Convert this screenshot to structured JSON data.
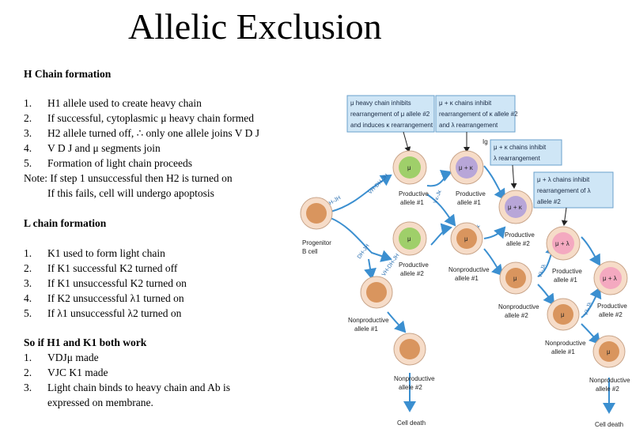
{
  "title": "Allelic Exclusion",
  "h_chain": {
    "heading": "H Chain formation",
    "steps": [
      {
        "n": "1.",
        "text": "H1 allele used to create heavy chain"
      },
      {
        "n": "2.",
        "text": "If successful, cytoplasmic μ heavy chain formed"
      },
      {
        "n": "3.",
        "text": "H2 allele turned off, ∴ only one allele joins V D J"
      },
      {
        "n": "4.",
        "text": "V D J and μ segments join"
      },
      {
        "n": "5.",
        "text": "Formation of light chain proceeds"
      }
    ],
    "note_line1": "Note: If step 1 unsuccessful then H2 is turned on",
    "note_line2": "If this fails, cell will undergo apoptosis"
  },
  "l_chain": {
    "heading": "L chain formation",
    "steps": [
      {
        "n": "1.",
        "text": "K1 used to form light chain"
      },
      {
        "n": "2.",
        "text": "If K1 successful K2 turned off"
      },
      {
        "n": "3.",
        "text": "If K1 unsuccessful K2 turned on"
      },
      {
        "n": "4.",
        "text": "If K2 unsuccessful λ1 turned on"
      },
      {
        "n": "5.",
        "text": "If λ1 unsuccessful λ2 turned on"
      }
    ]
  },
  "both_work": {
    "heading": "So if H1 and K1 both work",
    "steps": [
      {
        "n": "1.",
        "text": "VDJμ made"
      },
      {
        "n": "2.",
        "text": "VJC K1 made"
      },
      {
        "n": "3.",
        "text": "Light chain binds to heavy chain and Ab is",
        "text2": "expressed on membrane."
      }
    ]
  },
  "diagram": {
    "boxes": {
      "b1": [
        "μ heavy chain inhibits",
        "rearrangement of μ allele #2",
        "and induces κ rearrangement"
      ],
      "b2": [
        "μ + κ chains inhibit",
        "rearrangement of κ allele #2",
        "and λ rearrangement"
      ],
      "b3": [
        "μ + κ chains inhibit",
        "λ rearrangement"
      ],
      "b4": [
        "μ + λ chains inhibit",
        "rearrangement of λ",
        "allele #2"
      ]
    },
    "cells": {
      "progenitor": [
        "Progenitor",
        "B cell"
      ],
      "prod1": [
        "Productive",
        "allele #1"
      ],
      "prod2": [
        "Productive",
        "allele #2"
      ],
      "nonprod1": [
        "Nonproductive",
        "allele #1"
      ],
      "nonprod2": [
        "Nonproductive",
        "allele #2"
      ],
      "k_prod1": [
        "Productive",
        "allele #1"
      ],
      "k_nonprod1": [
        "Nonproductive",
        "allele #1"
      ],
      "k_prod2": [
        "Productive",
        "allele #2"
      ],
      "k_nonprod2": [
        "Nonproductive",
        "allele #2"
      ],
      "l_prod1": [
        "Productive",
        "allele #1"
      ],
      "l_nonprod1": [
        "Nonproductive",
        "allele #1"
      ],
      "l_prod2": [
        "Productive",
        "allele #2"
      ],
      "l_nonprod2": [
        "Nonproductive",
        "allele #2"
      ]
    },
    "cell_death_1": "Cell death",
    "cell_death_2": "Cell death",
    "mu": "μ",
    "mu_kappa": "μ + κ",
    "mu_lambda": "μ + λ",
    "ig": "Ig",
    "gene_labels": {
      "dh_jh": "DH-JH",
      "vh_dh_jh": "VH-DH-JH",
      "vk_jk": "Vκ-Jκ",
      "vl_jl": "Vλ-Jλ"
    },
    "colors": {
      "cell_outer": "#f6dcc8",
      "nucleus": "#d9955e",
      "green_nucleus": "#9fcf6a",
      "purple_nucleus": "#b8a6d8",
      "pink_nucleus": "#f4a9c0",
      "box_fill": "#cfe6f6",
      "box_border": "#6aa0cc",
      "arrow_blue": "#3b8fd0"
    }
  }
}
